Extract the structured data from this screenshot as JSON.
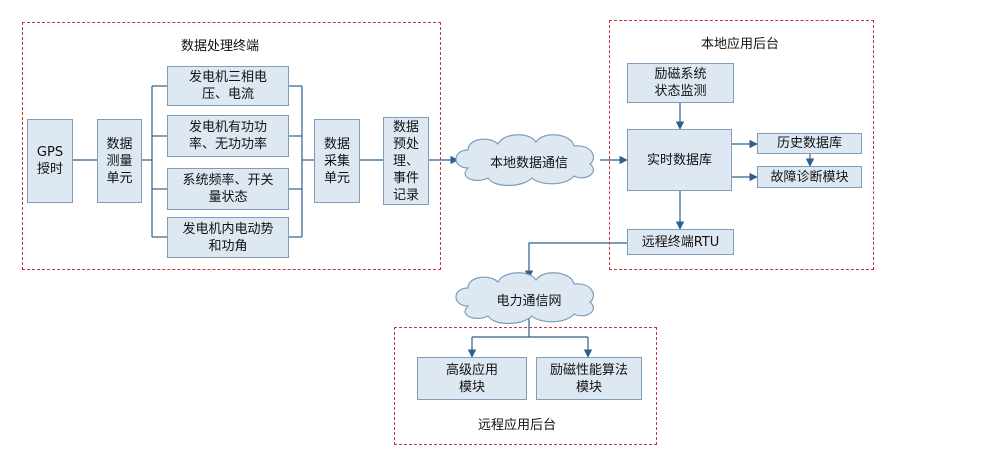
{
  "regions": {
    "terminal": {
      "title": "数据处理终端"
    },
    "local": {
      "title": "本地应用后台"
    },
    "remote": {
      "title": "远程应用后台"
    }
  },
  "nodes": {
    "gps": "GPS\n授时",
    "measure": "数据\n测量\n单元",
    "gen_voltage": "发电机三相电\n压、电流",
    "gen_power": "发电机有功功\n率、无功功率",
    "sys_freq": "系统频率、开关\n量状态",
    "gen_emf": "发电机内电动势\n和功角",
    "collect": "数据\n采集\n单元",
    "preprocess": "数据\n预处\n理、\n事件\n记录",
    "excitation_monitor": "励磁系统\n状态监测",
    "realtime_db": "实时数据库",
    "history_db": "历史数据库",
    "fault_diag": "故障诊断模块",
    "rtu": "远程终端RTU",
    "advanced_app": "高级应用\n模块",
    "excitation_algo": "励磁性能算法\n模块"
  },
  "clouds": {
    "local_comm": "本地数据通信",
    "power_net": "电力通信网"
  },
  "colors": {
    "box_fill": "#dde8f3",
    "box_border": "#7f9db9",
    "line": "#2f5f8f",
    "region_border": "#c8323a"
  }
}
